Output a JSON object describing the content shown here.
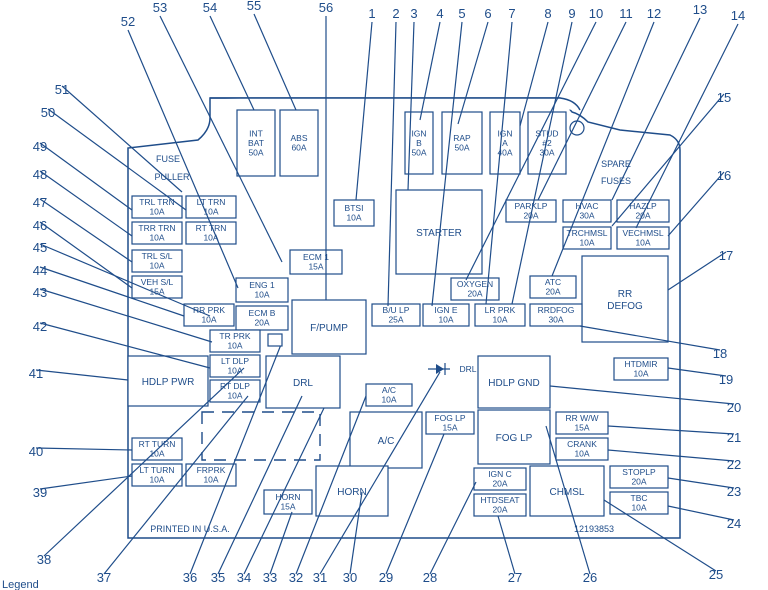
{
  "panel": {
    "fuse_puller_line1": "FUSE",
    "fuse_puller_line2": "PULLER",
    "spare_line1": "SPARE",
    "spare_line2": "FUSES",
    "printed": "PRINTED IN U.S.A.",
    "part_number": "12193853",
    "legend": "Legend"
  },
  "fuses": {
    "int_bat": [
      "INT",
      "BAT",
      "50A"
    ],
    "abs": [
      "ABS",
      "60A"
    ],
    "ign_b": [
      "IGN",
      "B",
      "50A"
    ],
    "rap": [
      "RAP",
      "50A"
    ],
    "ign_a": [
      "IGN",
      "A",
      "40A"
    ],
    "stud2": [
      "STUD",
      "#2",
      "30A"
    ],
    "btsi": [
      "BTSI",
      "10A"
    ],
    "starter": [
      "STARTER"
    ],
    "parklp": [
      "PARKLP",
      "20A"
    ],
    "hvac": [
      "HVAC",
      "30A"
    ],
    "hazlp": [
      "HAZLP",
      "20A"
    ],
    "trchmsl": [
      "TRCHMSL",
      "10A"
    ],
    "vechmsl": [
      "VECHMSL",
      "10A"
    ],
    "ecm1": [
      "ECM 1",
      "15A"
    ],
    "oxygen": [
      "OXYGEN",
      "20A"
    ],
    "atc": [
      "ATC",
      "20A"
    ],
    "rr_defog": [
      "RR",
      "DEFOG"
    ],
    "bu_lp": [
      "B/U LP",
      "25A"
    ],
    "ign_e": [
      "IGN E",
      "10A"
    ],
    "lr_prk": [
      "LR PRK",
      "10A"
    ],
    "rrdfog": [
      "RRDFOG",
      "30A"
    ],
    "eng1": [
      "ENG 1",
      "10A"
    ],
    "ecm_b": [
      "ECM B",
      "20A"
    ],
    "fpump": [
      "F/PUMP"
    ],
    "rr_prk": [
      "RR PRK",
      "10A"
    ],
    "tr_prk": [
      "TR PRK",
      "10A"
    ],
    "lt_dlp": [
      "LT DLP",
      "10A"
    ],
    "rt_dlp": [
      "RT DLP",
      "10A"
    ],
    "drl": [
      "DRL"
    ],
    "hdlp_pwr": [
      "HDLP PWR"
    ],
    "trl_trn": [
      "TRL TRN",
      "10A"
    ],
    "lt_trn": [
      "LT TRN",
      "10A"
    ],
    "trr_trn": [
      "TRR TRN",
      "10A"
    ],
    "rt_trn": [
      "RT TRN",
      "10A"
    ],
    "trl_sl": [
      "TRL S/L",
      "10A"
    ],
    "veh_sl": [
      "VEH S/L",
      "15A"
    ],
    "ac_fuse": [
      "A/C",
      "10A"
    ],
    "drl_diode": [
      "DRL"
    ],
    "hdlp_gnd": [
      "HDLP GND"
    ],
    "htdmir": [
      "HTDMIR",
      "10A"
    ],
    "ac_relay": [
      "A/C"
    ],
    "fog_lp_fuse": [
      "FOG LP",
      "15A"
    ],
    "fog_lp_relay": [
      "FOG LP"
    ],
    "rr_ww": [
      "RR W/W",
      "15A"
    ],
    "crank": [
      "CRANK",
      "10A"
    ],
    "rt_turn": [
      "RT TURN",
      "10A"
    ],
    "lt_turn": [
      "LT TURN",
      "10A"
    ],
    "frprk": [
      "FRPRK",
      "10A"
    ],
    "horn_fuse": [
      "HORN",
      "15A"
    ],
    "horn_relay": [
      "HORN"
    ],
    "ign_c": [
      "IGN C",
      "20A"
    ],
    "htdseat": [
      "HTDSEAT",
      "20A"
    ],
    "chmsl": [
      "CHMSL"
    ],
    "stoplp": [
      "STOPLP",
      "20A"
    ],
    "tbc": [
      "TBC",
      "10A"
    ]
  },
  "callouts": [
    "1",
    "2",
    "3",
    "4",
    "5",
    "6",
    "7",
    "8",
    "9",
    "10",
    "11",
    "12",
    "13",
    "14",
    "15",
    "16",
    "17",
    "18",
    "19",
    "20",
    "21",
    "22",
    "23",
    "24",
    "25",
    "26",
    "27",
    "28",
    "29",
    "30",
    "31",
    "32",
    "33",
    "34",
    "35",
    "36",
    "37",
    "38",
    "39",
    "40",
    "41",
    "42",
    "43",
    "44",
    "45",
    "46",
    "47",
    "48",
    "49",
    "50",
    "51",
    "52",
    "53",
    "54",
    "55",
    "56"
  ]
}
